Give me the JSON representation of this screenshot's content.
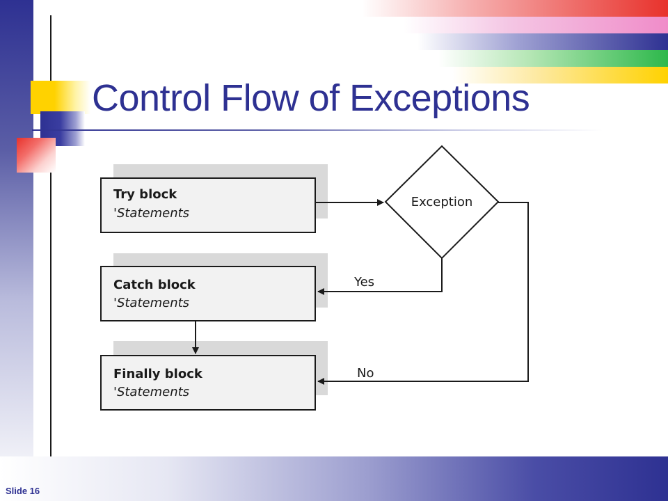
{
  "slide": {
    "title": "Control Flow of Exceptions",
    "number_label": "Slide 16"
  },
  "diagram": {
    "try_box": {
      "title": "Try block",
      "body": "'Statements"
    },
    "catch_box": {
      "title": "Catch block",
      "body": "'Statements"
    },
    "finally_box": {
      "title": "Finally block",
      "body": "'Statements"
    },
    "decision": {
      "label": "Exception"
    },
    "edge_yes_label": "Yes",
    "edge_no_label": "No"
  },
  "colors": {
    "title": "#2e3192",
    "box_fill": "#f2f2f2",
    "box_shadow": "#d9d9d9",
    "stroke": "#1a1a1a"
  }
}
